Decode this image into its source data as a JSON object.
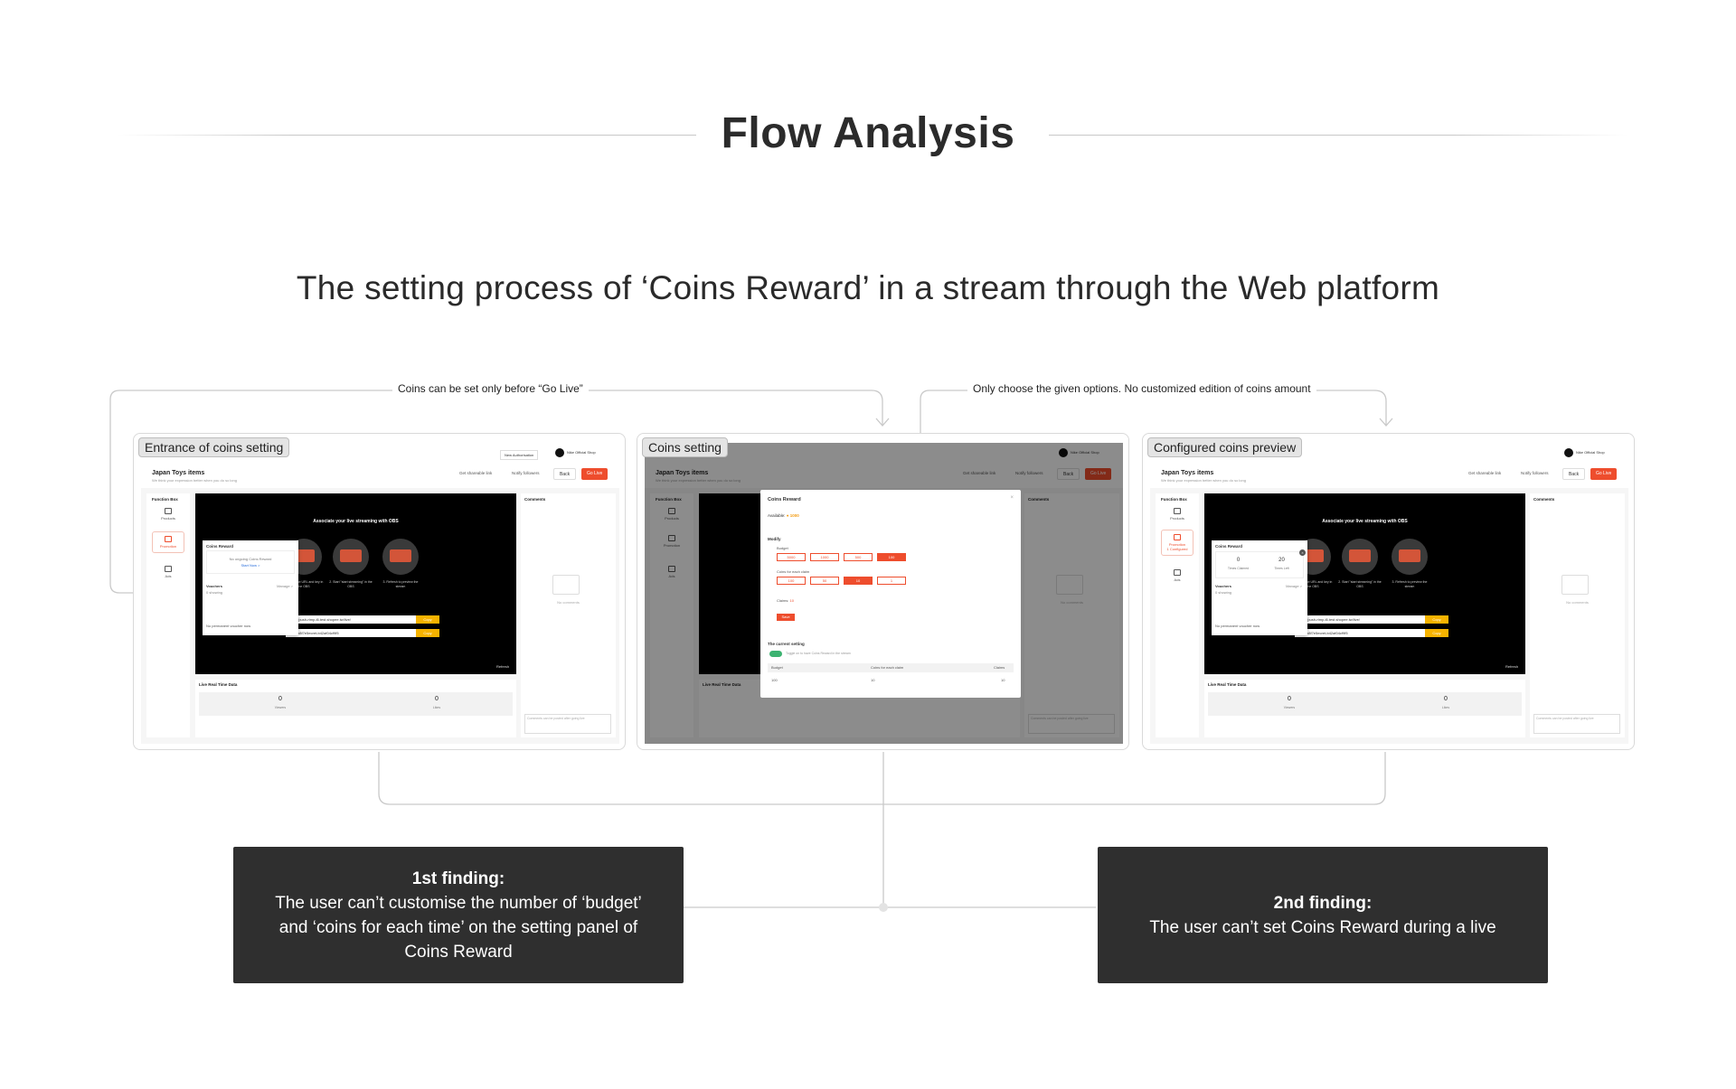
{
  "title": "Flow Analysis",
  "subtitle": "The setting process of ‘Coins Reward’ in a stream through the Web platform",
  "notes": {
    "left": "Coins can be set only before “Go Live”",
    "right": "Only choose the given options. No customized edition of coins amount"
  },
  "screens": [
    {
      "label": "Entrance of coins setting"
    },
    {
      "label": "Coins setting"
    },
    {
      "label": "Configured coins preview"
    }
  ],
  "app": {
    "title": "Japan Toys items",
    "subtitle": "We think your expression better when you do so long",
    "get_link": "Get shareable link",
    "notify": "Notify followers",
    "back": "Back",
    "go_live": "Go Live",
    "shop": "Nike Official Shop",
    "new_auth": "New Authorisation",
    "function_box": "Function Box",
    "products": "Products",
    "promotion": "Promotion",
    "configured": "1 Configured",
    "ads": "Ads",
    "video_title": "Associate your live streaming with OBS",
    "steps": [
      "1. Fill in the URL and key in the OBS",
      "2. Start \"start streaming\" in the OBS",
      "3. Refresh to preview the stream"
    ],
    "url1": "rtmp://push-rtmp-l6.test.shopee.tw/live/",
    "url2": "test-1b8f7e5ecret-b42af04cf9f5",
    "copy": "Copy",
    "refresh": "Refresh",
    "coins_reward": "Coins Reward",
    "no_ongoing": "No ongoing Coins Reward",
    "start_now": "Start Now >",
    "vouchers": "Vouchers",
    "manage": "Manage >",
    "showing": "0 showing",
    "no_voucher": "No permanent voucher now",
    "comments": "Comments",
    "no_comments": "No comments",
    "comment_placeholder": "Comments can be posted after going live",
    "rt_title": "Live Real Time Data",
    "viewers": "0",
    "viewers_label": "Viewers",
    "likes": "0",
    "likes_label": "Likes",
    "times_claimed": "0",
    "times_claimed_label": "Times Claimed",
    "times_left": "20",
    "times_left_label": "Times Left"
  },
  "modal": {
    "title": "Coins Reward",
    "available_label": "Available:",
    "available_value": "1000",
    "modify": "Modify",
    "budget_label": "Budget",
    "budget_options": [
      "5000",
      "1000",
      "500",
      "100"
    ],
    "coins_label": "Coins for each claim",
    "coins_options": [
      "100",
      "50",
      "10",
      "1"
    ],
    "claims_label": "Claims:",
    "claims_value": "10",
    "save": "Save",
    "current": "The current setting",
    "toggle_text": "Toggle on to have Coins Reward in the stream",
    "col_budget": "Budget",
    "col_coins": "Coins for each claim",
    "col_claims": "Claims",
    "row_budget": "100",
    "row_coins": "10",
    "row_claims": "10"
  },
  "findings": [
    {
      "heading": "1st finding:",
      "text": "The user can’t customise the number of ‘budget’ and ‘coins for each time’ on the setting panel of Coins Reward"
    },
    {
      "heading": "2nd finding:",
      "text": "The user can’t set Coins Reward during a live"
    }
  ],
  "colors": {
    "accent": "#ee4d2d",
    "finding_bg": "#2f2f2f",
    "connector": "#c9c9c9"
  }
}
